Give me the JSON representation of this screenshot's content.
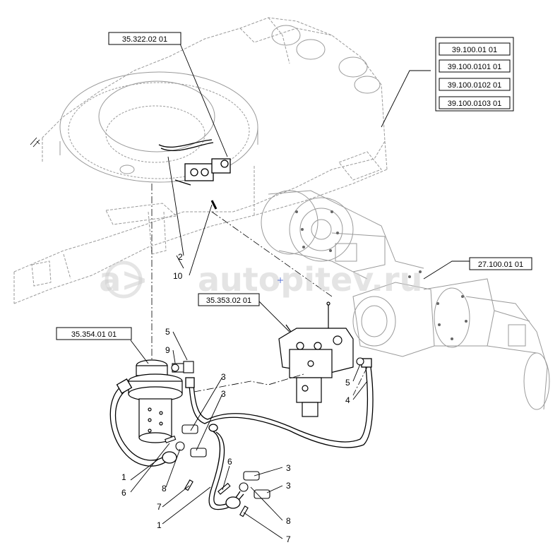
{
  "references": {
    "turntable_kit": "35.322.02 01",
    "axle_group_1": "39.100.01 01",
    "axle_group_2": "39.100.0101 01",
    "axle_group_3": "39.100.0102 01",
    "axle_group_4": "39.100.0103 01",
    "rotary_joint": "35.354.01 01",
    "valve_block": "35.353.02 01",
    "rear_axle": "27.100.01 01"
  },
  "callouts": {
    "hose_1a": "1",
    "hose_1b": "1",
    "item_2": "2",
    "clamp_3a": "3",
    "clamp_3b": "3",
    "clamp_3c": "3",
    "clamp_3d": "3",
    "hose_4": "4",
    "fitting_5a": "5",
    "fitting_5b": "5",
    "screw_6a": "6",
    "screw_6b": "6",
    "bolt_7a": "7",
    "bolt_7b": "7",
    "ring_8a": "8",
    "ring_8b": "8",
    "elbow_9": "9",
    "item_10": "10"
  },
  "watermark": {
    "logo": "a>",
    "text": "autopitev.ru"
  },
  "colors": {
    "line": "#000000",
    "ghost": "#9a9a9a",
    "watermark": "#cfcfcf"
  }
}
